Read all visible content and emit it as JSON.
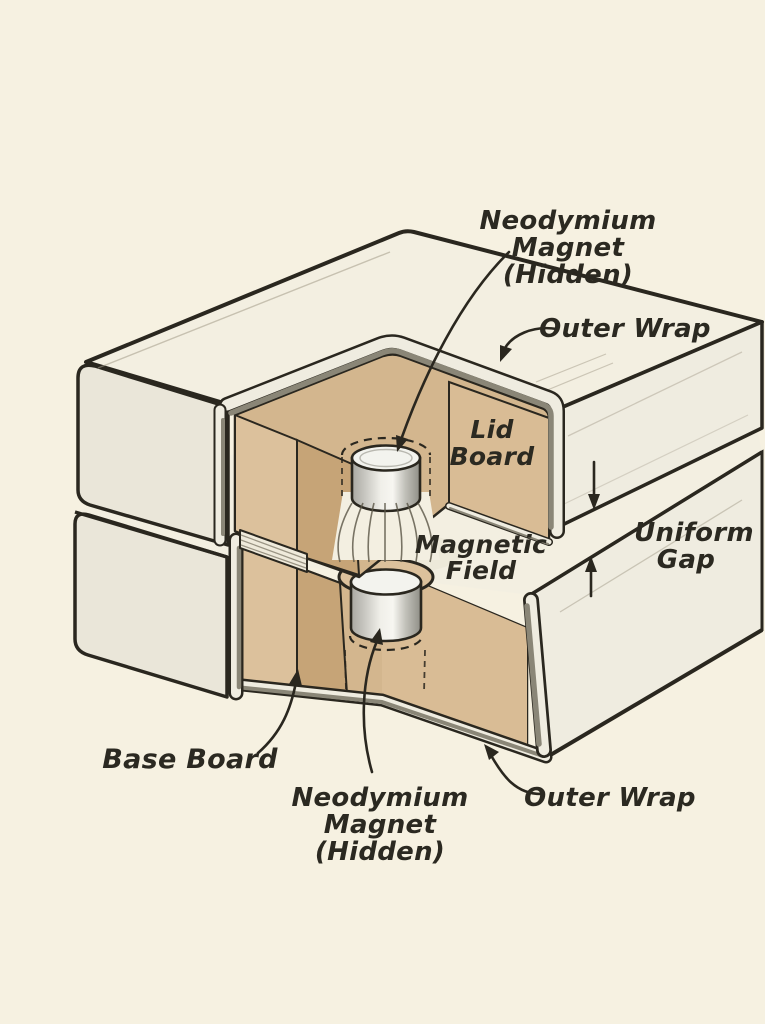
{
  "diagram": {
    "callouts": {
      "magnet_top": {
        "lines": [
          "Neodymium",
          "Magnet",
          "(Hidden)"
        ]
      },
      "outer_wrap_top": {
        "text": "Outer Wrap"
      },
      "lid_board": {
        "lines": [
          "Lid",
          "Board"
        ]
      },
      "magnetic_field": {
        "lines": [
          "Magnetic",
          "Field"
        ]
      },
      "uniform_gap": {
        "lines": [
          "Uniform",
          "Gap"
        ]
      },
      "base_board": {
        "text": "Base Board"
      },
      "magnet_bottom": {
        "lines": [
          "Neodymium",
          "Magnet",
          "(Hidden)"
        ]
      },
      "outer_wrap_bottom": {
        "text": "Outer Wrap"
      }
    },
    "colors": {
      "background": "#f6f1e1",
      "box_face": "#eae6d9",
      "box_face_bright": "#f3efe1",
      "box_front": "#efece0",
      "board_light": "#dcc19c",
      "board_mid": "#d3b68e",
      "board_dark": "#c6a477",
      "board_right": "#d9bc95",
      "liner": "#8a8677",
      "outline": "#2a271f",
      "magnet_light": "#f3f3ee",
      "text": "#2b2921",
      "field_line": "#5a5546",
      "wrap_white": "#efece0",
      "shadow": "#e8e3d3"
    }
  }
}
